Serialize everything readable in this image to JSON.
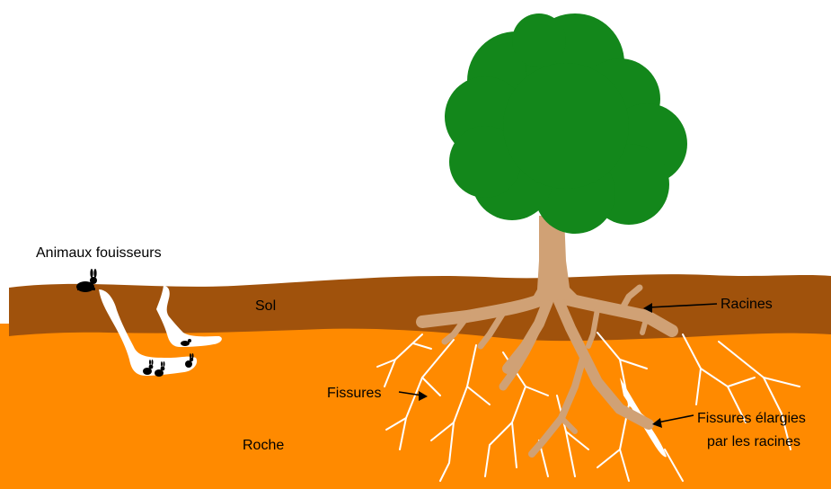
{
  "labels": {
    "burrowing_animals": "Animaux fouisseurs",
    "soil": "Sol",
    "rock": "Roche",
    "roots": "Racines",
    "cracks": "Fissures",
    "widened_cracks_line1": "Fissures élargies",
    "widened_cracks_line2": "par les racines"
  },
  "colors": {
    "sky": "#ffffff",
    "soil": "#a0520c",
    "rock": "#ff8a00",
    "foliage": "#13871b",
    "trunk": "#d0a175",
    "crack": "#ffffff",
    "animal": "#000000"
  }
}
